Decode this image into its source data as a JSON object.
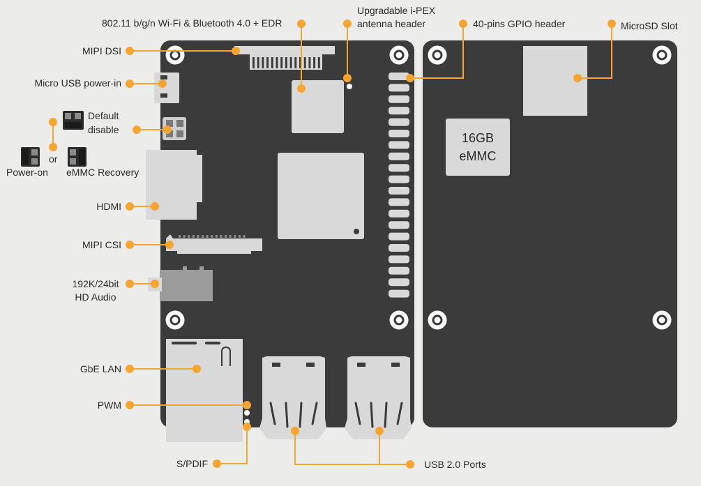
{
  "colors": {
    "background": "#ececea",
    "board": "#3b3b3b",
    "component": "#d9d9d9",
    "accent": "#f7a531",
    "text": "#2b2b2b"
  },
  "board": {
    "emmc_chip": [
      "16GB",
      "eMMC"
    ]
  },
  "legend": {
    "or": "or",
    "jumper_default": [
      "Default",
      "disable"
    ],
    "jumper_power_on": "Power-on",
    "jumper_emmc_recovery": "eMMC Recovery"
  },
  "callouts": {
    "wifi_bt": "802.11 b/g/n Wi-Fi & Bluetooth 4.0 + EDR",
    "ipex": [
      "Upgradable i-PEX",
      "antenna header"
    ],
    "gpio": "40-pins GPIO header",
    "microsd": "MicroSD Slot",
    "mipi_dsi": "MIPI DSI",
    "micro_usb": "Micro USB power-in",
    "hdmi": "HDMI",
    "mipi_csi": "MIPI CSI",
    "audio": [
      "192K/24bit",
      "HD Audio"
    ],
    "gbe_lan": "GbE LAN",
    "pwm": "PWM",
    "spdif": "S/PDIF",
    "usb2": "USB 2.0 Ports"
  }
}
